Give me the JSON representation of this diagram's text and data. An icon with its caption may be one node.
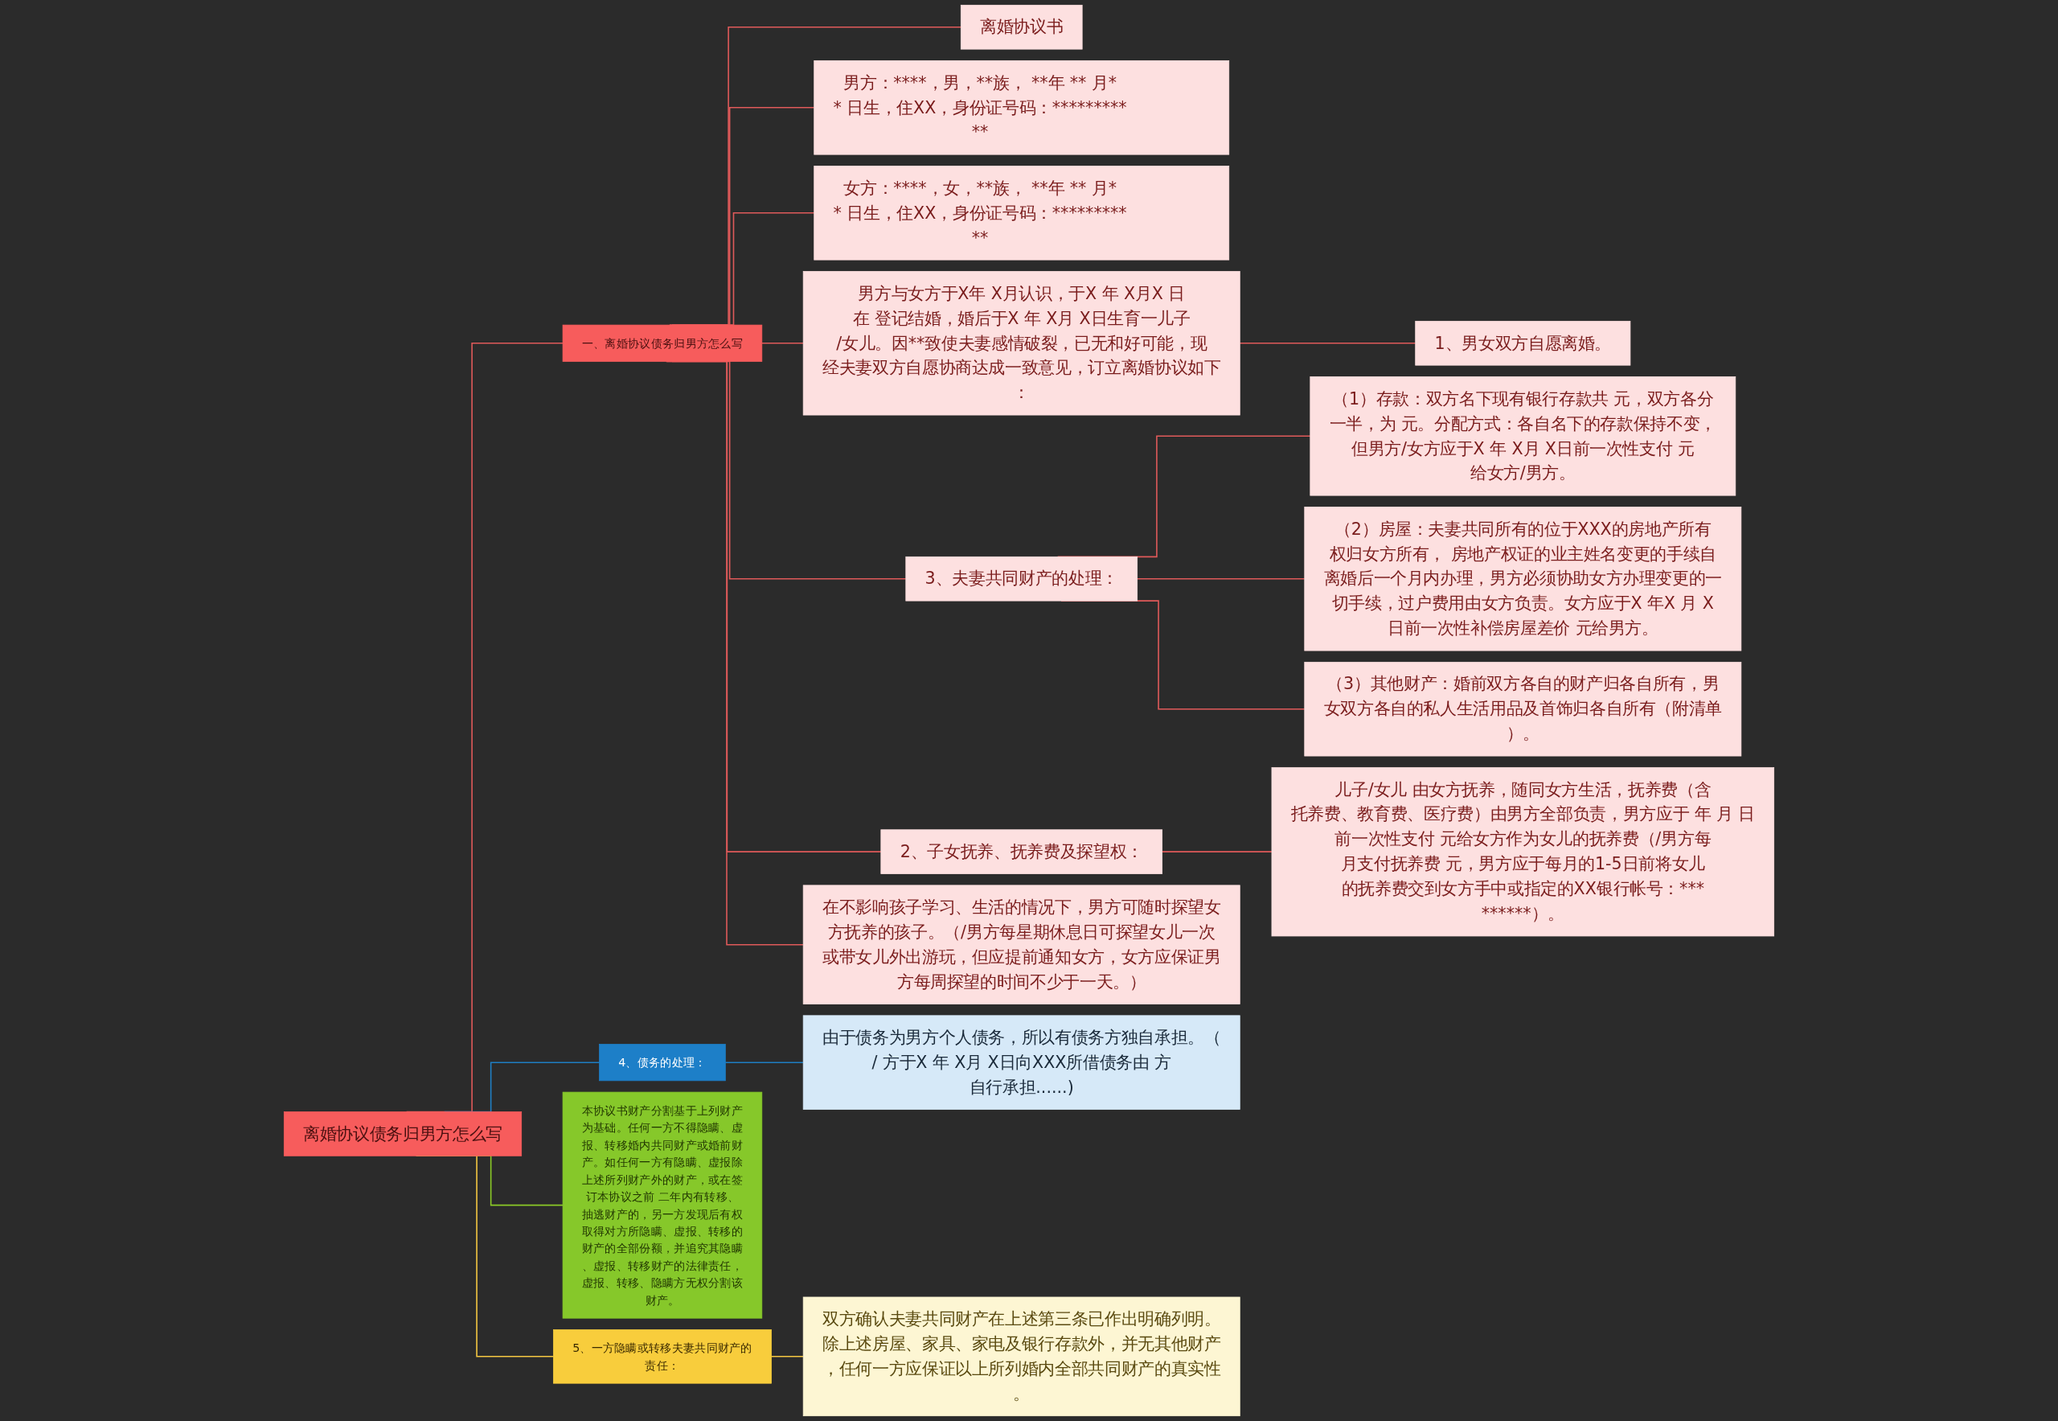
{
  "diagram": {
    "nodes": [
      {
        "text": [
          "离婚协议债务归男方怎么写"
        ]
      },
      {
        "text": [
          "一、离婚协议债务归男方怎么写"
        ]
      },
      {
        "text": [
          "离婚协议书"
        ]
      },
      {
        "text": [
          "男方：****，男，**族， **年 ** 月** 日生，住XX，身份证号码：***********"
        ]
      },
      {
        "text": [
          "女方：****，女，**族， **年 ** 月** 日生，住XX，身份证号码：***********"
        ]
      },
      {
        "text": [
          "男方与女方于X年 X月认识，于X 年 X月X 日在 登记结婚，婚后于X 年 X月 X日生育一儿子/女儿。因**致使夫妻感情破裂，已无和好可能，现经夫妻双方自愿协商达成一致意见，订立离婚协议如下："
        ]
      },
      {
        "text": [
          "1、男女双方自愿离婚。"
        ]
      },
      {
        "text": [
          "3、夫妻共同财产的处理："
        ]
      },
      {
        "text": [
          "（1）存款：双方名下现有银行存款共 元，双方各分一半，为 元。分配方式：各自名下的存款保持不变，但男方/女方应于X 年 X月 X日前一次性支付 元给女方/男方。"
        ]
      },
      {
        "text": [
          "（2）房屋：夫妻共同所有的位于XXX的房地产所有权归女方所有， 房地产权证的业主姓名变更的手续自离婚后一个月内办理，男方必须协助女方办理变更的一切手续，过户费用由女方负责。女方应于X 年X 月 X日前一次性补偿房屋差价 元给男方。"
        ]
      },
      {
        "text": [
          "（3）其他财产：婚前双方各自的财产归各自所有，男女双方各自的私人生活用品及首饰归各自所有（附清单）。"
        ]
      },
      {
        "text": [
          "2、子女抚养、抚养费及探望权："
        ]
      },
      {
        "text": [
          "儿子/女儿 由女方抚养，随同女方生活，抚养费（含托养费、教育费、医疗费）由男方全部负责，男方应于 年 月 日前一次性支付 元给女方作为女儿的抚养费（/男方每月支付抚养费 元，男方应于每月的1-5日前将女儿的抚养费交到女方手中或指定的XX银行帐号：*********）。"
        ]
      },
      {
        "text": [
          "在不影响孩子学习、生活的情况下，男方可随时探望女方抚养的孩子。（/男方每星期休息日可探望女儿一次或带女儿外出游玩，但应提前通知女方，女方应保证男方每周探望的时间不少于一天。）"
        ]
      },
      {
        "text": [
          "4、债务的处理："
        ]
      },
      {
        "text": [
          "由于债务为男方个人债务，所以有债务方独自承担。（/ 方于X 年 X月 X日向XXX所借债务由 方自行承担......)"
        ]
      },
      {
        "text": [
          "本协议书财产分割基于上列财产为基础。任何一方不得隐瞒、虚报、转移婚内共同财产或婚前财产。如任何一方有隐瞒、虚报除上述所列财产外的财产，或在签订本协议之前 二年内有转移、抽逃财产的，另一方发现后有权取得对方所隐瞒、虚报、转移的财产的全部份额，并追究其隐瞒、虚报、转移财产的法律责任，虚报、转移、隐瞒方无权分割该财产。"
        ]
      },
      {
        "text": [
          "5、一方隐瞒或转移夫妻共同财产的责任："
        ]
      },
      {
        "text": [
          "双方确认夫妻共同财产在上述第三条已作出明确列明。除上述房屋、家具、家电及银行存款外，并无其他财产，任何一方应保证以上所列婚内全部共同财产的真实性。"
        ]
      }
    ],
    "edges": [
      {
        "from": 0,
        "to": 1,
        "arrow": "none"
      },
      {
        "from": 1,
        "to": 2,
        "arrow": "none"
      },
      {
        "from": 1,
        "to": 3,
        "arrow": "none"
      },
      {
        "from": 1,
        "to": 4,
        "arrow": "none"
      },
      {
        "from": 1,
        "to": 5,
        "arrow": "none"
      },
      {
        "from": 5,
        "to": 6,
        "arrow": "none"
      },
      {
        "from": 1,
        "to": 7,
        "arrow": "none"
      },
      {
        "from": 7,
        "to": 8,
        "arrow": "none"
      },
      {
        "from": 7,
        "to": 9,
        "arrow": "none"
      },
      {
        "from": 7,
        "to": 10,
        "arrow": "none"
      },
      {
        "from": 1,
        "to": 11,
        "arrow": "none"
      },
      {
        "from": 11,
        "to": 12,
        "arrow": "none"
      },
      {
        "from": 1,
        "to": 13,
        "arrow": "none"
      },
      {
        "from": 0,
        "to": 14,
        "arrow": "none",
        "color": "#1f7fc4"
      },
      {
        "from": 14,
        "to": 15,
        "arrow": "none",
        "color": "#1f7fc4"
      },
      {
        "from": 0,
        "to": 16,
        "arrow": "none",
        "color": "#8ac926"
      },
      {
        "from": 0,
        "to": 17,
        "arrow": "none",
        "color": "#f5c842"
      },
      {
        "from": 17,
        "to": 18,
        "arrow": "none",
        "color": "#f5c842"
      }
    ]
  }
}
